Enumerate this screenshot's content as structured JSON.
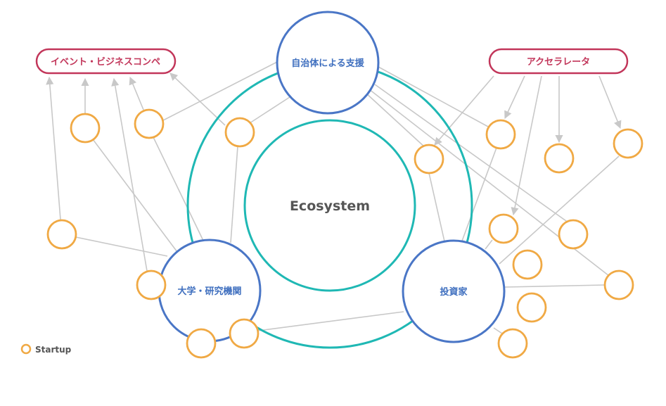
{
  "center": {
    "label": "Ecosystem"
  },
  "hubs": {
    "government": {
      "label": "自治体による支援"
    },
    "university": {
      "label": "大学・研究機関"
    },
    "investor": {
      "label": "投資家"
    }
  },
  "pills": {
    "event": {
      "label": "イベント・ビジネスコンペ"
    },
    "accelerator": {
      "label": "アクセラレータ"
    }
  },
  "legend": {
    "startup": "Startup"
  },
  "colors": {
    "hub_stroke": "#4a76c6",
    "hub_text": "#3f6fbf",
    "ring_teal": "#1fb8b4",
    "pill_stroke": "#c2365a",
    "startup_stroke": "#f0a944",
    "edge": "#c8c8c8",
    "center_text": "#555555"
  }
}
